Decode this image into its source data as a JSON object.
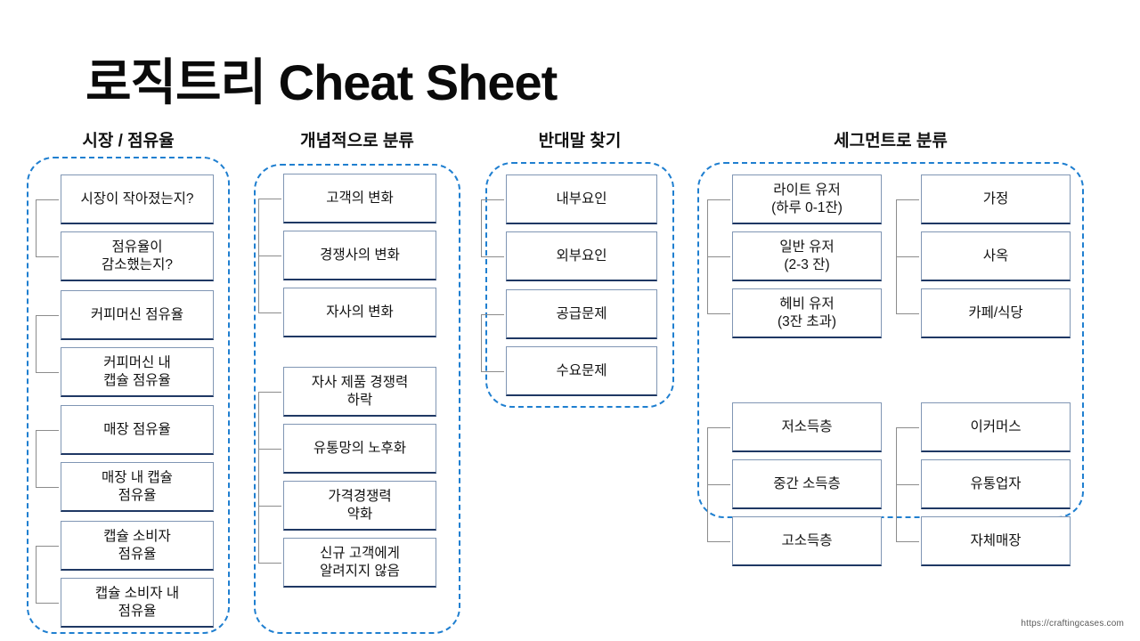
{
  "title": "로직트리 Cheat Sheet",
  "watermark": "https://craftingcases.com",
  "colors": {
    "dashed_outline": "#1f7fd0",
    "node_border": "#8096b4",
    "node_border_bottom": "#1f3864",
    "bracket_line": "#8c8c8c",
    "background": "#ffffff",
    "text": "#111111"
  },
  "columns": [
    {
      "id": "market-share",
      "header": "시장 / 점유율",
      "groups": [
        {
          "nodes": [
            {
              "lines": [
                "시장이 작아졌는지?"
              ]
            },
            {
              "lines": [
                "점유율이",
                "감소했는지?"
              ]
            }
          ]
        },
        {
          "nodes": [
            {
              "lines": [
                "커피머신 점유율"
              ]
            },
            {
              "lines": [
                "커피머신 내",
                "캡슐 점유율"
              ]
            }
          ]
        },
        {
          "nodes": [
            {
              "lines": [
                "매장 점유율"
              ]
            },
            {
              "lines": [
                "매장 내 캡슐",
                "점유율"
              ]
            }
          ]
        },
        {
          "nodes": [
            {
              "lines": [
                "캡슐 소비자",
                "점유율"
              ]
            },
            {
              "lines": [
                "캡슐 소비자 내",
                "점유율"
              ]
            }
          ]
        }
      ]
    },
    {
      "id": "conceptual",
      "header": "개념적으로 분류",
      "groups": [
        {
          "nodes": [
            {
              "lines": [
                "고객의 변화"
              ]
            },
            {
              "lines": [
                "경쟁사의 변화"
              ]
            },
            {
              "lines": [
                "자사의 변화"
              ]
            }
          ]
        },
        {
          "nodes": [
            {
              "lines": [
                "자사 제품 경쟁력",
                "하락"
              ]
            },
            {
              "lines": [
                "유통망의 노후화"
              ]
            },
            {
              "lines": [
                "가격경쟁력",
                "약화"
              ]
            },
            {
              "lines": [
                "신규 고객에게",
                "알려지지 않음"
              ]
            }
          ]
        }
      ]
    },
    {
      "id": "opposites",
      "header": "반대말 찾기",
      "groups": [
        {
          "nodes": [
            {
              "lines": [
                "내부요인"
              ]
            },
            {
              "lines": [
                "외부요인"
              ]
            }
          ]
        },
        {
          "nodes": [
            {
              "lines": [
                "공급문제"
              ]
            },
            {
              "lines": [
                "수요문제"
              ]
            }
          ]
        }
      ]
    },
    {
      "id": "segments",
      "header": "세그먼트로 분류",
      "subcolumns": [
        {
          "id": "segments-left",
          "groups": [
            {
              "nodes": [
                {
                  "lines": [
                    "라이트 유저",
                    "(하루 0-1잔)"
                  ]
                },
                {
                  "lines": [
                    "일반 유저",
                    "(2-3 잔)"
                  ]
                },
                {
                  "lines": [
                    "헤비 유저",
                    "(3잔 초과)"
                  ]
                }
              ]
            },
            {
              "nodes": [
                {
                  "lines": [
                    "저소득층"
                  ]
                },
                {
                  "lines": [
                    "중간 소득층"
                  ]
                },
                {
                  "lines": [
                    "고소득층"
                  ]
                }
              ]
            }
          ]
        },
        {
          "id": "segments-right",
          "groups": [
            {
              "nodes": [
                {
                  "lines": [
                    "가정"
                  ]
                },
                {
                  "lines": [
                    "사옥"
                  ]
                },
                {
                  "lines": [
                    "카페/식당"
                  ]
                }
              ]
            },
            {
              "nodes": [
                {
                  "lines": [
                    "이커머스"
                  ]
                },
                {
                  "lines": [
                    "유통업자"
                  ]
                },
                {
                  "lines": [
                    "자체매장"
                  ]
                }
              ]
            }
          ]
        }
      ]
    }
  ]
}
